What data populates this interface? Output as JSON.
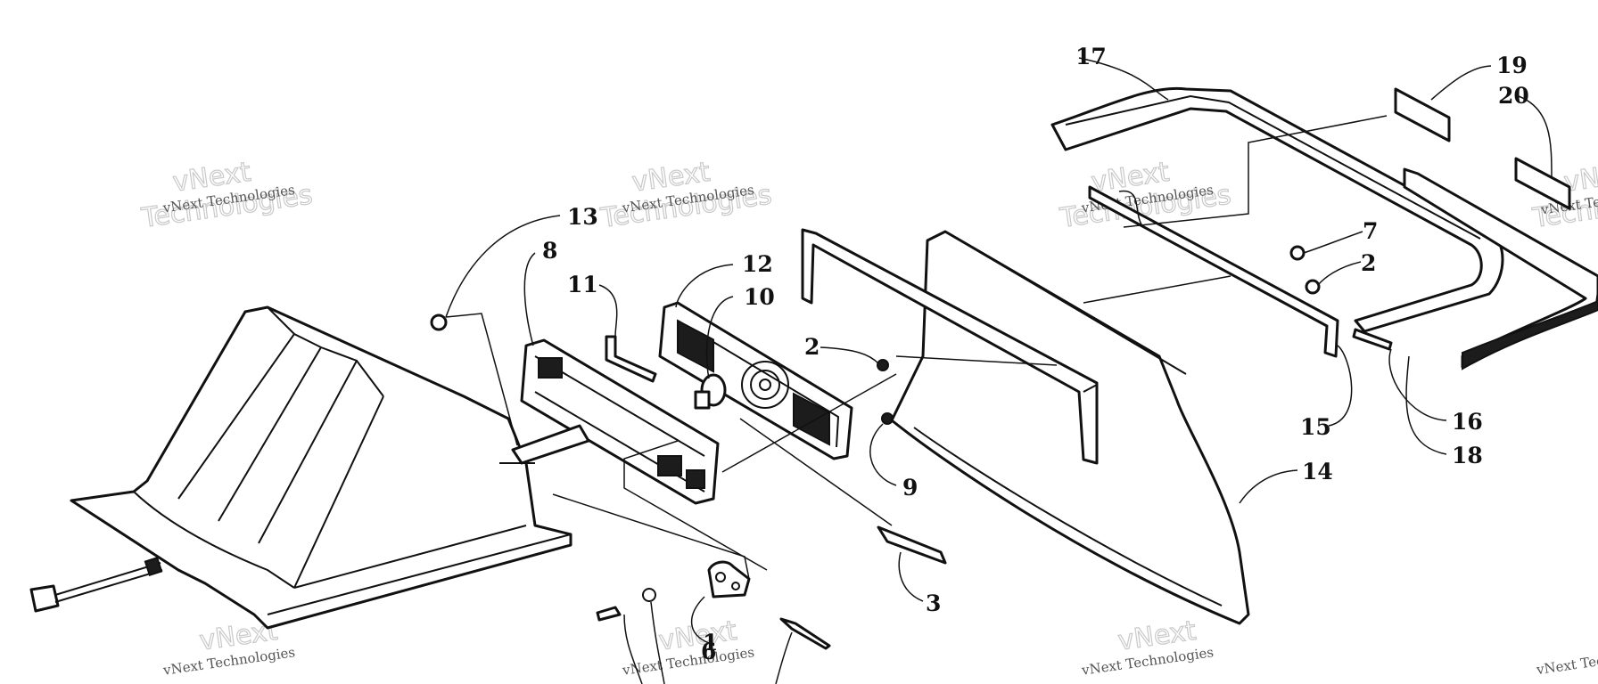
{
  "watermark": {
    "big_word_1": "vNext",
    "big_word_2": "Technologies",
    "small_text": "vNext Technologies"
  },
  "callouts": {
    "c1": "1",
    "c2a": "2",
    "c2b": "2",
    "c3": "3",
    "c6": "6",
    "c7": "7",
    "c8": "8",
    "c9": "9",
    "c10": "10",
    "c11": "11",
    "c12": "12",
    "c13": "13",
    "c14": "14",
    "c15": "15",
    "c16": "16",
    "c17": "17",
    "c18": "18",
    "c19": "19",
    "c20": "20"
  }
}
